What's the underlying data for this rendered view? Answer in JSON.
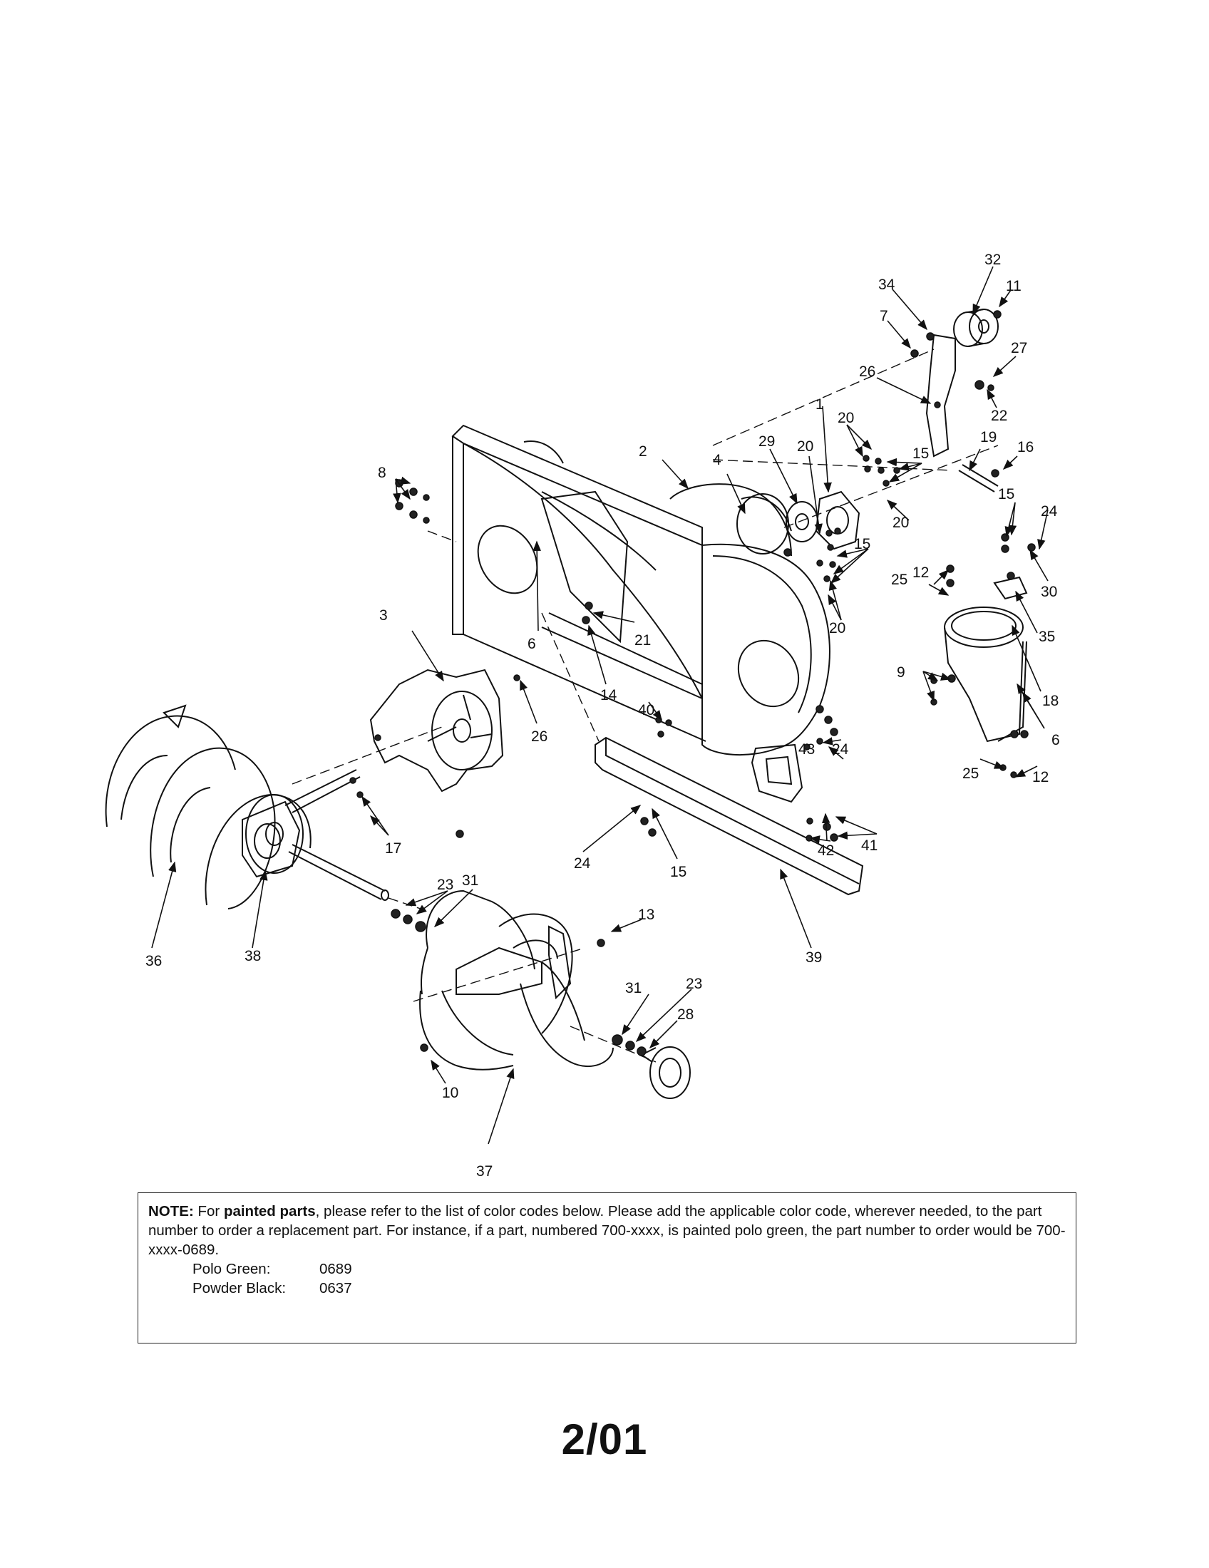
{
  "diagram": {
    "callouts": [
      {
        "id": "c32",
        "label": "32"
      },
      {
        "id": "c34",
        "label": "34"
      },
      {
        "id": "c11",
        "label": "11"
      },
      {
        "id": "c7",
        "label": "7"
      },
      {
        "id": "c27",
        "label": "27"
      },
      {
        "id": "c26a",
        "label": "26"
      },
      {
        "id": "c22",
        "label": "22"
      },
      {
        "id": "c1",
        "label": "1"
      },
      {
        "id": "c20a",
        "label": "20"
      },
      {
        "id": "c19",
        "label": "19"
      },
      {
        "id": "c29",
        "label": "29"
      },
      {
        "id": "c20b",
        "label": "20"
      },
      {
        "id": "c15a",
        "label": "15"
      },
      {
        "id": "c16",
        "label": "16"
      },
      {
        "id": "c2",
        "label": "2"
      },
      {
        "id": "c4",
        "label": "4"
      },
      {
        "id": "c8",
        "label": "8"
      },
      {
        "id": "c20c",
        "label": "20"
      },
      {
        "id": "c15b",
        "label": "15"
      },
      {
        "id": "c24a",
        "label": "24"
      },
      {
        "id": "c15c",
        "label": "15"
      },
      {
        "id": "c12a",
        "label": "12"
      },
      {
        "id": "c25a",
        "label": "25"
      },
      {
        "id": "c30",
        "label": "30"
      },
      {
        "id": "c3",
        "label": "3"
      },
      {
        "id": "c21",
        "label": "21"
      },
      {
        "id": "c20d",
        "label": "20"
      },
      {
        "id": "c35",
        "label": "35"
      },
      {
        "id": "c6a",
        "label": "6"
      },
      {
        "id": "c14",
        "label": "14"
      },
      {
        "id": "c9",
        "label": "9"
      },
      {
        "id": "c18",
        "label": "18"
      },
      {
        "id": "c26b",
        "label": "26"
      },
      {
        "id": "c40",
        "label": "40"
      },
      {
        "id": "c6b",
        "label": "6"
      },
      {
        "id": "c43",
        "label": "43"
      },
      {
        "id": "c24b",
        "label": "24"
      },
      {
        "id": "c25b",
        "label": "25"
      },
      {
        "id": "c12b",
        "label": "12"
      },
      {
        "id": "c17",
        "label": "17"
      },
      {
        "id": "c42",
        "label": "42"
      },
      {
        "id": "c41",
        "label": "41"
      },
      {
        "id": "c24c",
        "label": "24"
      },
      {
        "id": "c15d",
        "label": "15"
      },
      {
        "id": "c23a",
        "label": "23"
      },
      {
        "id": "c31a",
        "label": "31"
      },
      {
        "id": "c13",
        "label": "13"
      },
      {
        "id": "c36",
        "label": "36"
      },
      {
        "id": "c38",
        "label": "38"
      },
      {
        "id": "c39",
        "label": "39"
      },
      {
        "id": "c31b",
        "label": "31"
      },
      {
        "id": "c23b",
        "label": "23"
      },
      {
        "id": "c28",
        "label": "28"
      },
      {
        "id": "c10",
        "label": "10"
      },
      {
        "id": "c37",
        "label": "37"
      }
    ]
  },
  "note": {
    "lead_bold": "NOTE:",
    "text_1": " For ",
    "emphasis_bold": "painted parts",
    "text_2": ", please refer to the list of color codes below. Please add the applicable color code, wherever needed, to the part number to order a replacement part. For instance, if a part, numbered 700-xxxx, is painted polo green, the part number to order would be 700-xxxx-0689.",
    "color_codes": [
      {
        "name": "Polo Green:",
        "code": "0689"
      },
      {
        "name": "Powder Black:",
        "code": "0637"
      }
    ]
  },
  "page_number": "2/01"
}
